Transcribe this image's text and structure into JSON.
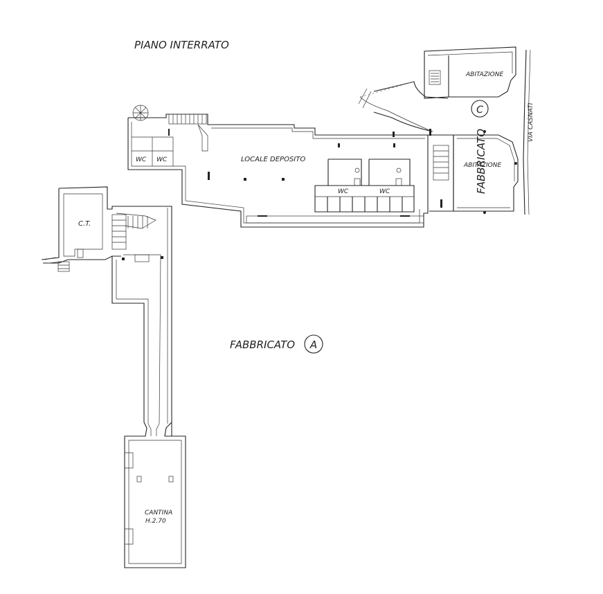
{
  "title": "PIANO  INTERRATO",
  "street": "VIA  CASNATI",
  "buildings": {
    "a": {
      "label": "FABBRICATO",
      "letter": "A"
    },
    "c": {
      "label": "FABBRICATO",
      "letter": "C"
    }
  },
  "rooms": {
    "deposito": "LOCALE  DEPOSITO",
    "wc": "WC",
    "ct": "C.T.",
    "abitazione": "ABITAZIONE",
    "cantina": "CANTINA",
    "cantina_height": "H.2.70"
  }
}
